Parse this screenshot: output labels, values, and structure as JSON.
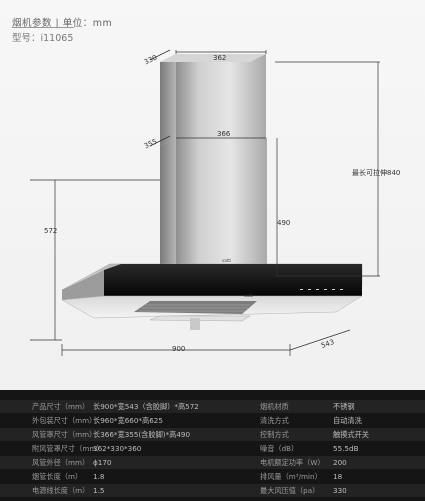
{
  "header": {
    "title": "烟机参数 | 单位：mm",
    "model": "型号：i11065"
  },
  "dimensions": {
    "top_depth": "330",
    "top_width": "362",
    "lower_depth": "355",
    "lower_width": "366",
    "max_height": "最长可拉伸840",
    "duct_height": "490",
    "body_height": "572",
    "total_width": "900",
    "total_depth": "543"
  },
  "brand": "vatti",
  "specs": [
    {
      "k1": "产品尺寸（mm）",
      "v1": "长900*宽543（含胶脚）*高572",
      "k2": "烟机材质",
      "v2": "不锈钢"
    },
    {
      "k1": "外包装尺寸（mm）",
      "v1": "长960*宽660*高625",
      "k2": "清洗方式",
      "v2": "自动清洗"
    },
    {
      "k1": "风管罩尺寸（mm）",
      "v1": "长366*宽355(含胶脚)*高490",
      "k2": "控制方式",
      "v2": "触摸式开关"
    },
    {
      "k1": "附风管罩尺寸（mm）",
      "v1": "362*330*360",
      "k2": "噪音（dB）",
      "v2": "55.5dB"
    },
    {
      "k1": "风管外径（mm）",
      "v1": "ϕ170",
      "k2": "电机额定功率（W）",
      "v2": "200"
    },
    {
      "k1": "烟管长度（m）",
      "v1": "1.8",
      "k2": "排风量（m³/min）",
      "v2": "18"
    },
    {
      "k1": "电源线长度（m）",
      "v1": "1.5",
      "k2": "最大风压值（pa）",
      "v2": "330"
    }
  ]
}
